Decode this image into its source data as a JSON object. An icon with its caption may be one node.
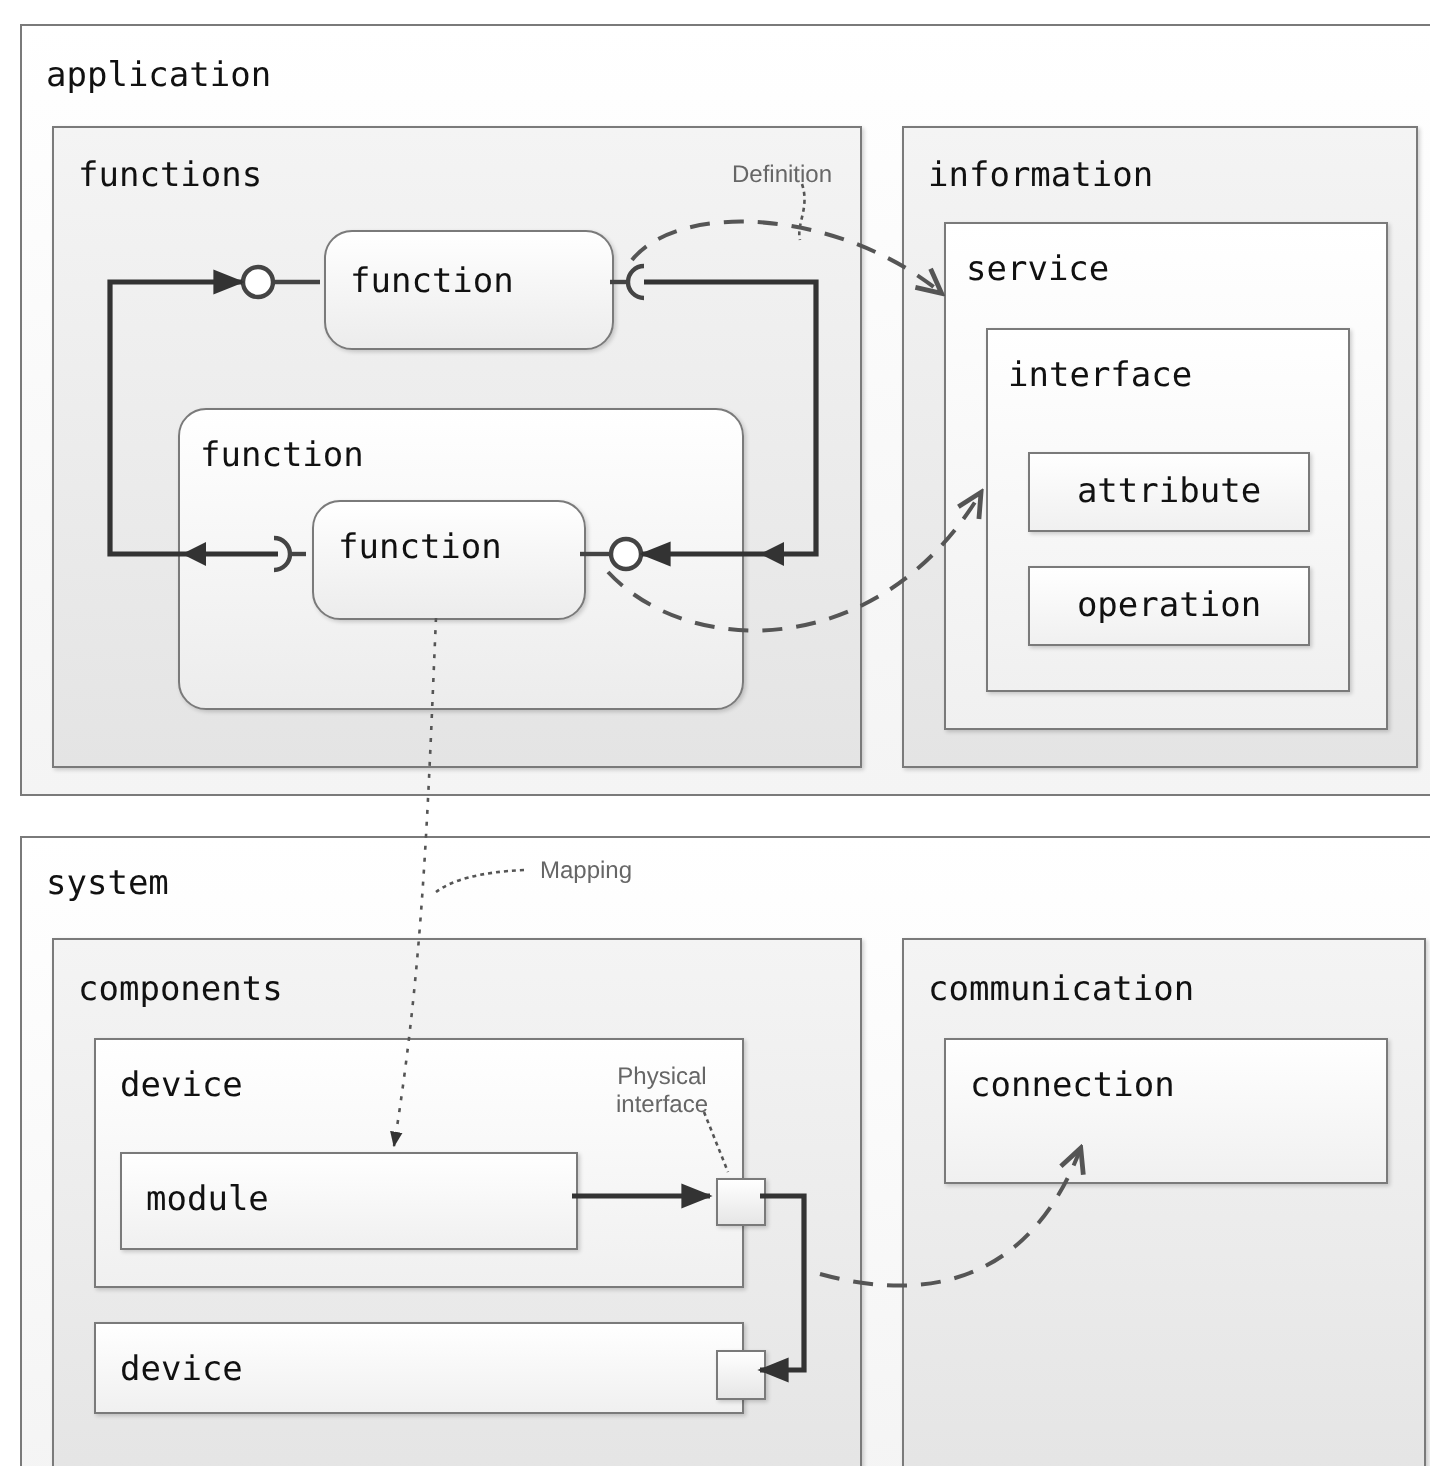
{
  "diagram": {
    "nodes": [
      {
        "text": [
          "application"
        ]
      },
      {
        "text": [
          "functions"
        ],
        "in": 0
      },
      {
        "text": [
          "function"
        ],
        "in": 1
      },
      {
        "text": [
          "function"
        ],
        "in": 1
      },
      {
        "text": [
          "function"
        ],
        "in": 3
      },
      {
        "text": [
          "information"
        ],
        "in": 0
      },
      {
        "text": [
          "service"
        ],
        "in": 5
      },
      {
        "text": [
          "interface"
        ],
        "in": 6
      },
      {
        "text": [
          "attribute"
        ],
        "in": 7
      },
      {
        "text": [
          "operation"
        ],
        "in": 7
      },
      {
        "text": [
          "system"
        ]
      },
      {
        "text": [
          "components"
        ],
        "in": 10
      },
      {
        "text": [
          "device"
        ],
        "in": 11
      },
      {
        "text": [
          "module"
        ],
        "in": 12
      },
      {
        "text": [],
        "shape": "box",
        "in": 12
      },
      {
        "text": [
          "device"
        ],
        "in": 11
      },
      {
        "text": [],
        "shape": "box",
        "in": 15
      },
      {
        "text": [
          "communication"
        ],
        "in": 10
      },
      {
        "text": [
          "connection"
        ],
        "in": 17
      },
      {
        "text": [
          "Definition"
        ],
        "in": 1
      },
      {
        "text": [
          "Mapping"
        ],
        "in": 10
      },
      {
        "text": [
          "Physical interface"
        ],
        "in": 12
      }
    ],
    "edges": [
      {
        "from": 2,
        "to": 4,
        "arrow": "to"
      },
      {
        "from": 4,
        "to": 2,
        "arrow": "to"
      },
      {
        "from": 2,
        "to": 6,
        "arrow": "to",
        "style": "dashed"
      },
      {
        "from": 4,
        "to": 7,
        "arrow": "to",
        "style": "dashed"
      },
      {
        "from": 4,
        "to": 13,
        "arrow": "to",
        "style": "dashed"
      },
      {
        "from": 13,
        "to": 14,
        "arrow": "to"
      },
      {
        "from": 14,
        "to": 16,
        "arrow": "to"
      },
      {
        "from": null,
        "to": 18,
        "arrow": "to",
        "style": "dashed"
      },
      {
        "from": 19,
        "to": null,
        "arrow": "none",
        "style": "dashed"
      },
      {
        "from": 20,
        "to": null,
        "arrow": "none",
        "style": "dashed"
      },
      {
        "from": 21,
        "to": 14,
        "arrow": "none",
        "style": "dashed"
      }
    ]
  }
}
